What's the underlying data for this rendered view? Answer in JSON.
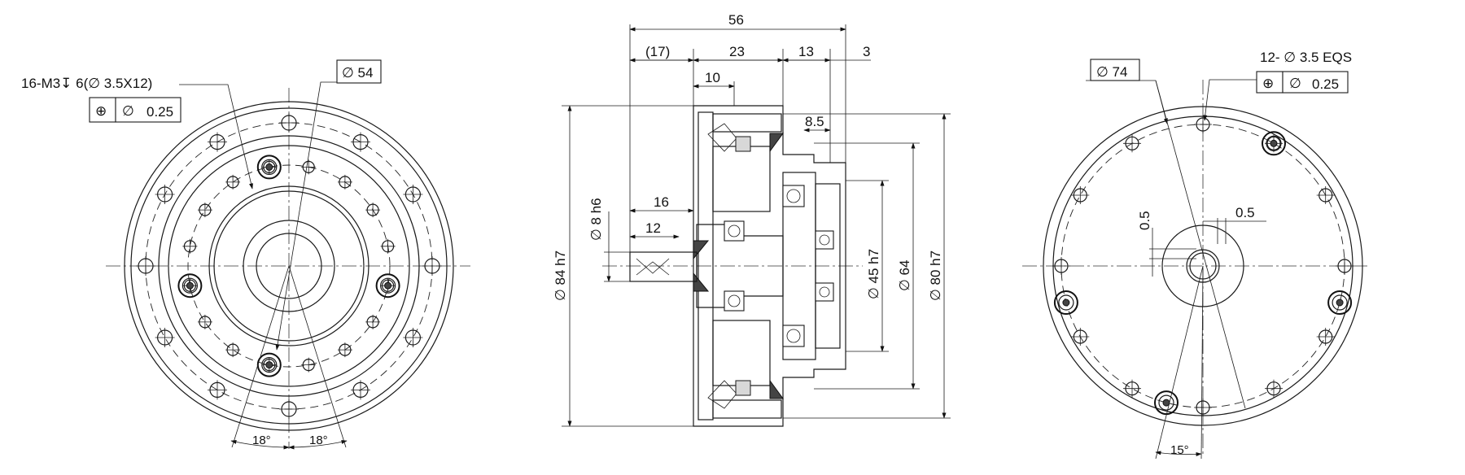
{
  "left_view": {
    "thread_callout": "16-M3↧ 6(∅ 3.5X12)",
    "thread_tol_symbol": "⊕",
    "thread_tol_dia": "∅",
    "thread_tol_value": "0.25",
    "bolt_circle_dia": "∅ 54",
    "angle_left": "18°",
    "angle_right": "18°"
  },
  "section_view": {
    "overall_length": "56",
    "dim_17": "(17)",
    "dim_23": "23",
    "dim_13": "13",
    "dim_3": "3",
    "dim_10": "10",
    "dim_8_5": "8.5",
    "dim_16": "16",
    "dim_12": "12",
    "shaft_dia": "∅ 8 h6",
    "outer_dia": "∅ 84 h7",
    "dia_45": "∅ 45 h7",
    "dia_64": "∅ 64",
    "dia_80": "∅ 80 h7"
  },
  "right_view": {
    "bolt_circle_dia": "∅ 74",
    "holes_callout": "12- ∅ 3.5 EQS",
    "tol_symbol": "⊕",
    "tol_dia": "∅",
    "tol_value": "0.25",
    "offset_v": "0.5",
    "offset_h": "0.5",
    "angle": "15°"
  }
}
